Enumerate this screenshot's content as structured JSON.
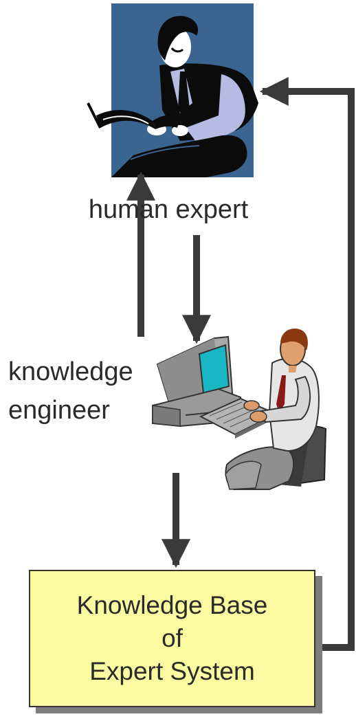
{
  "diagram": {
    "nodes": {
      "human_expert": {
        "label": "human expert"
      },
      "knowledge_engineer": {
        "label_lines": [
          "knowledge",
          "engineer"
        ]
      },
      "knowledge_base": {
        "label_lines": [
          "Knowledge Base",
          "of",
          "Expert System"
        ]
      }
    },
    "edges": [
      {
        "from": "knowledge_engineer",
        "to": "human_expert"
      },
      {
        "from": "human_expert",
        "to": "knowledge_engineer"
      },
      {
        "from": "knowledge_engineer",
        "to": "knowledge_base"
      },
      {
        "from": "knowledge_base",
        "to": "human_expert"
      }
    ],
    "colors": {
      "arrow": "#3a3a3a",
      "box_fill": "#fbfaa0",
      "box_border": "#333333",
      "box_shadow": "#7d7d7d",
      "expert_background": "#3b6491",
      "monitor_screen": "#19b7c4"
    },
    "icons": [
      "human-expert-reading-book-icon",
      "engineer-at-computer-icon"
    ]
  }
}
